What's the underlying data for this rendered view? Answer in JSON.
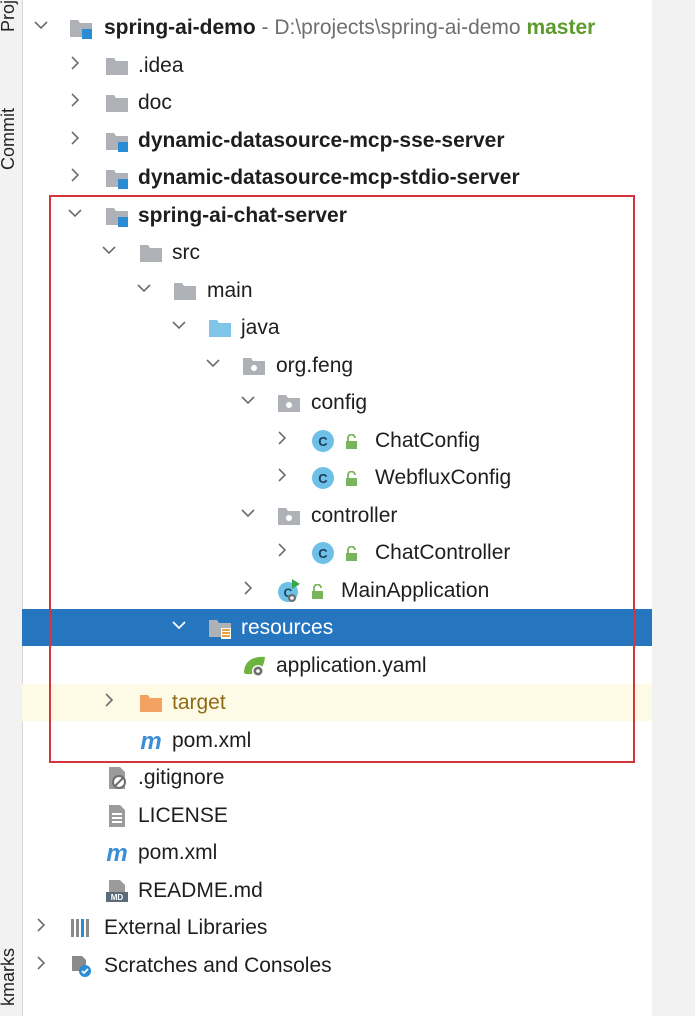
{
  "side_tabs": {
    "project": "Proj",
    "commit": "Commit",
    "bookmarks": "kmarks"
  },
  "root": {
    "name": "spring-ai-demo",
    "path": " - D:\\projects\\spring-ai-demo",
    "branch": "master"
  },
  "tree": {
    "idea": ".idea",
    "doc": "doc",
    "sse_server": "dynamic-datasource-mcp-sse-server",
    "stdio_server": "dynamic-datasource-mcp-stdio-server",
    "chat_server": "spring-ai-chat-server",
    "src": "src",
    "main": "main",
    "java": "java",
    "package": "org.feng",
    "config": "config",
    "chat_config": "ChatConfig",
    "webflux_config": "WebfluxConfig",
    "controller": "controller",
    "chat_controller": "ChatController",
    "main_application": "MainApplication",
    "resources": "resources",
    "application_yaml": "application.yaml",
    "target": "target",
    "module_pom": "pom.xml",
    "gitignore": ".gitignore",
    "license": "LICENSE",
    "root_pom": "pom.xml",
    "readme": "README.md",
    "external_libraries": "External Libraries",
    "scratches": "Scratches and Consoles"
  },
  "icon_glyphs": {
    "class": "C",
    "maven": "m",
    "md": "MD"
  },
  "colors": {
    "selection": "#2675bf",
    "highlight_border": "#d6343b",
    "excluded_bg": "#fdfbe6",
    "branch": "#5d9b2f",
    "target_text": "#8f6a17"
  }
}
